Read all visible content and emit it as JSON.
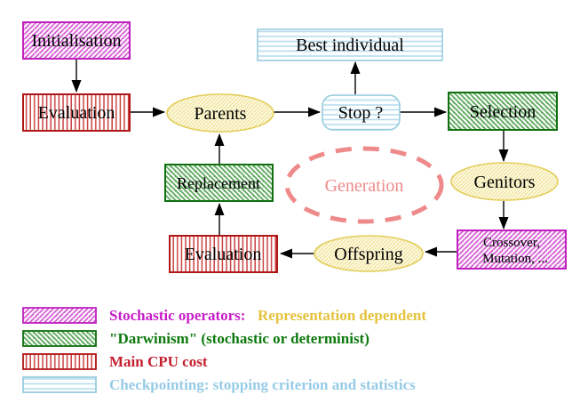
{
  "diagram": {
    "nodes": {
      "initialisation": {
        "label": "Initialisation",
        "style": "magenta-hatch"
      },
      "evaluation_top": {
        "label": "Evaluation",
        "style": "red-vstripe"
      },
      "parents": {
        "label": "Parents",
        "style": "yellow-hatch"
      },
      "best_individual": {
        "label": "Best individual",
        "style": "cyan-hstripe"
      },
      "stop": {
        "label": "Stop ?",
        "style": "cyan-hstripe"
      },
      "selection": {
        "label": "Selection",
        "style": "green-hatch"
      },
      "genitors": {
        "label": "Genitors",
        "style": "yellow-hatch"
      },
      "crossover": {
        "line1": "Crossover,",
        "line2": "Mutation, ...",
        "style": "magenta-hatch"
      },
      "offspring": {
        "label": "Offspring",
        "style": "yellow-hatch"
      },
      "evaluation_bottom": {
        "label": "Evaluation",
        "style": "red-vstripe"
      },
      "replacement": {
        "label": "Replacement",
        "style": "green-hatch"
      },
      "generation": {
        "label": "Generation",
        "style": "salmon-dashed-ellipse"
      }
    },
    "edges": [
      {
        "from": "initialisation",
        "to": "evaluation_top"
      },
      {
        "from": "evaluation_top",
        "to": "parents"
      },
      {
        "from": "parents",
        "to": "stop"
      },
      {
        "from": "stop",
        "to": "best_individual"
      },
      {
        "from": "stop",
        "to": "selection"
      },
      {
        "from": "selection",
        "to": "genitors"
      },
      {
        "from": "genitors",
        "to": "crossover"
      },
      {
        "from": "crossover",
        "to": "offspring"
      },
      {
        "from": "offspring",
        "to": "evaluation_bottom"
      },
      {
        "from": "evaluation_bottom",
        "to": "replacement"
      },
      {
        "from": "replacement",
        "to": "parents"
      }
    ]
  },
  "legend": {
    "rows": [
      {
        "swatch": "magenta-hatch",
        "label": "Stochastic operators:",
        "label_secondary": "Representation dependent"
      },
      {
        "swatch": "green-hatch",
        "label": "\"Darwinism\" (stochastic or determinist)"
      },
      {
        "swatch": "red-vstripe",
        "label": "Main CPU cost"
      },
      {
        "swatch": "cyan-hstripe",
        "label": "Checkpointing: stopping criterion and statistics"
      }
    ]
  },
  "colors": {
    "magenta_border": "#c020c0",
    "magenta_stripe": "#d055d0",
    "green_border": "#107010",
    "green_stripe": "#58a458",
    "red_border": "#b01818",
    "red_stripe": "#cc4444",
    "cyan_border": "#98cce0",
    "cyan_stripe": "#b5dbeb",
    "yellow_border": "#e2ce5a",
    "yellow_stripe": "#eee098",
    "salmon": "#ef8a8a",
    "legend_magenta_text": "#c61cc6",
    "legend_gold_text": "#e4c23c",
    "legend_green_text": "#0e7a0e",
    "legend_red_text": "#c42030",
    "legend_cyan_text": "#97cbe7",
    "arrow": "#000000",
    "background": "#ffffff"
  }
}
